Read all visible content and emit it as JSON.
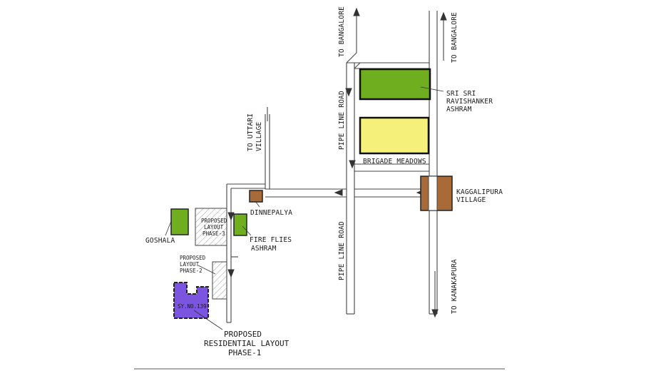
{
  "map": {
    "labels": {
      "to_bangalore_left": "TO BANGALORE",
      "to_bangalore_right": "TO BANGALORE",
      "to_uttari_line1": "TO UTTARI",
      "to_uttari_line2": "VILLAGE",
      "pipe_line_road_top": "PIPE LINE ROAD",
      "pipe_line_road_bottom": "PIPE LINE ROAD",
      "ashram_line1": "SRI SRI",
      "ashram_line2": "RAVISHANKER",
      "ashram_line3": "ASHRAM",
      "brigade_meadows": "BRIGADE MEADOWS",
      "kaggalipura_line1": "KAGGALIPURA",
      "kaggalipura_line2": "VILLAGE",
      "dinnepalya": "DINNEPALYA",
      "goshala": "GOSHALA",
      "phase3_line1": "PROPOSED",
      "phase3_line2": "LAYOUT",
      "phase3_line3": "PHASE-3",
      "fireflies_line1": "FIRE FLIES",
      "fireflies_line2": "ASHRAM",
      "phase2_line1": "PROPOSED",
      "phase2_line2": "LAYOUT",
      "phase2_line3": "PHASE-2",
      "sy_no": "SY.NO.139",
      "residential_line1": "PROPOSED",
      "residential_line2": "RESIDENTIAL LAYOUT",
      "residential_line3": "PHASE-1",
      "to_kanakapura": "TO KANAKAPURA"
    },
    "colors": {
      "ashram_fill": "#6fae1e",
      "brigade_fill": "#f4f07a",
      "village_fill": "#a86a38",
      "goshala_fill": "#6fae1e",
      "fireflies_fill": "#6fae1e",
      "dinnepalya_fill": "#a86a38",
      "phase1_fill": "#7b55e0",
      "hatch": "#9a9a9a"
    }
  }
}
